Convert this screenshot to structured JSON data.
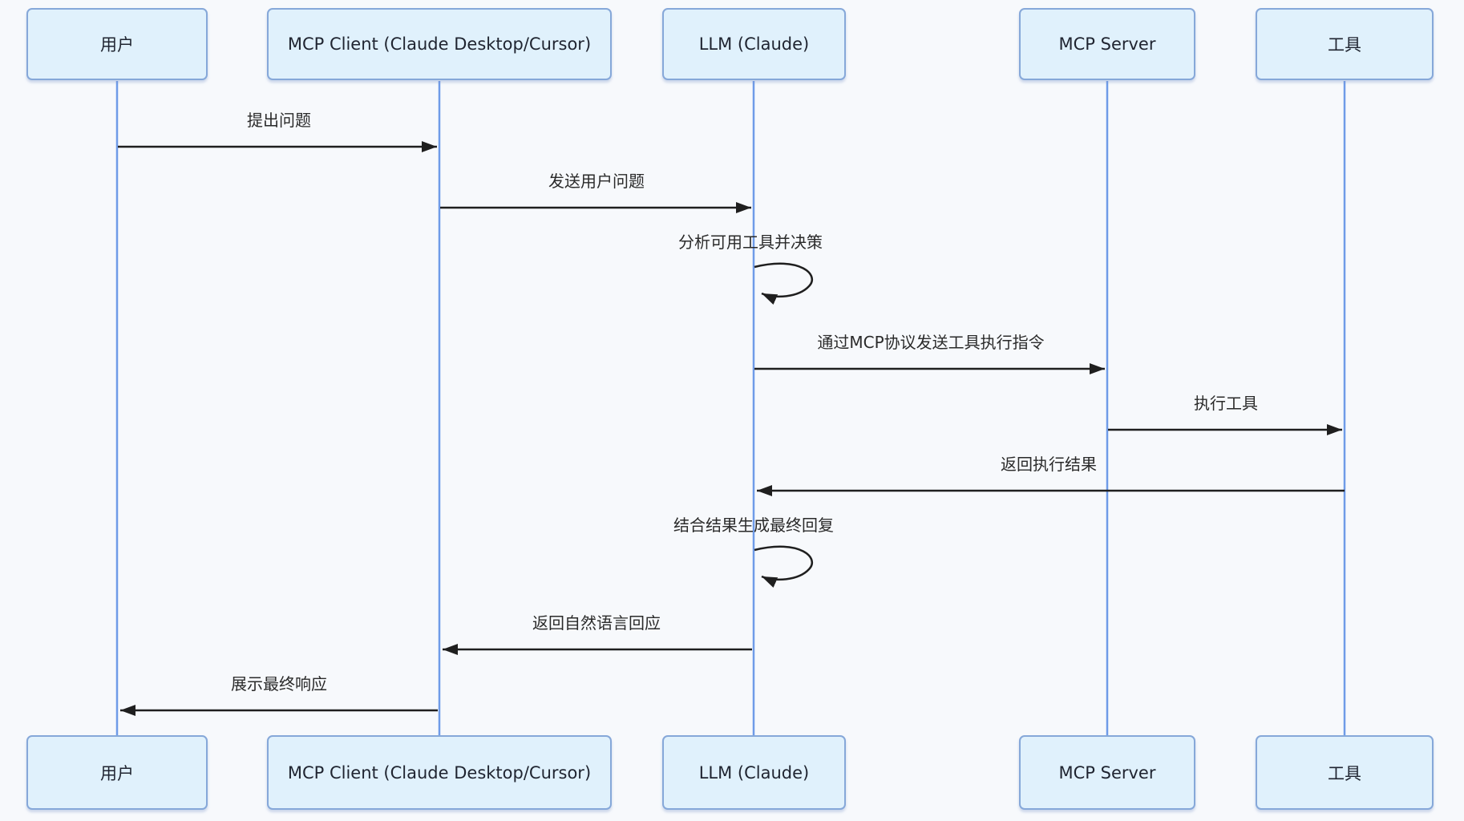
{
  "diagram_type": "sequence-diagram",
  "participants": [
    {
      "id": "user",
      "label": "用户"
    },
    {
      "id": "mcp-client",
      "label": "MCP Client (Claude Desktop/Cursor)"
    },
    {
      "id": "llm",
      "label": "LLM (Claude)"
    },
    {
      "id": "mcp-server",
      "label": "MCP Server"
    },
    {
      "id": "tool",
      "label": "工具"
    }
  ],
  "messages": [
    {
      "from": "用户",
      "to": "MCP Client",
      "label": "提出问题",
      "type": "solid-arrow"
    },
    {
      "from": "MCP Client",
      "to": "LLM",
      "label": "发送用户问题",
      "type": "solid-arrow"
    },
    {
      "from": "LLM",
      "to": "LLM",
      "label": "分析可用工具并决策",
      "type": "self-loop"
    },
    {
      "from": "LLM",
      "to": "MCP Server",
      "label": "通过MCP协议发送工具执行指令",
      "type": "solid-arrow"
    },
    {
      "from": "MCP Server",
      "to": "工具",
      "label": "执行工具",
      "type": "solid-arrow"
    },
    {
      "from": "工具",
      "to": "LLM",
      "label": "返回执行结果",
      "type": "solid-arrow"
    },
    {
      "from": "LLM",
      "to": "LLM",
      "label": "结合结果生成最终回复",
      "type": "self-loop"
    },
    {
      "from": "LLM",
      "to": "MCP Client",
      "label": "返回自然语言回应",
      "type": "solid-arrow"
    },
    {
      "from": "MCP Client",
      "to": "用户",
      "label": "展示最终响应",
      "type": "solid-arrow"
    }
  ],
  "colors": {
    "background": "#f7f9fc",
    "actor_box_fill": "#e0f1fc",
    "actor_box_border": "#86a8d9",
    "lifeline": "#6f9be8",
    "arrow": "#1f1f1f",
    "text": "#2a2a2a"
  }
}
